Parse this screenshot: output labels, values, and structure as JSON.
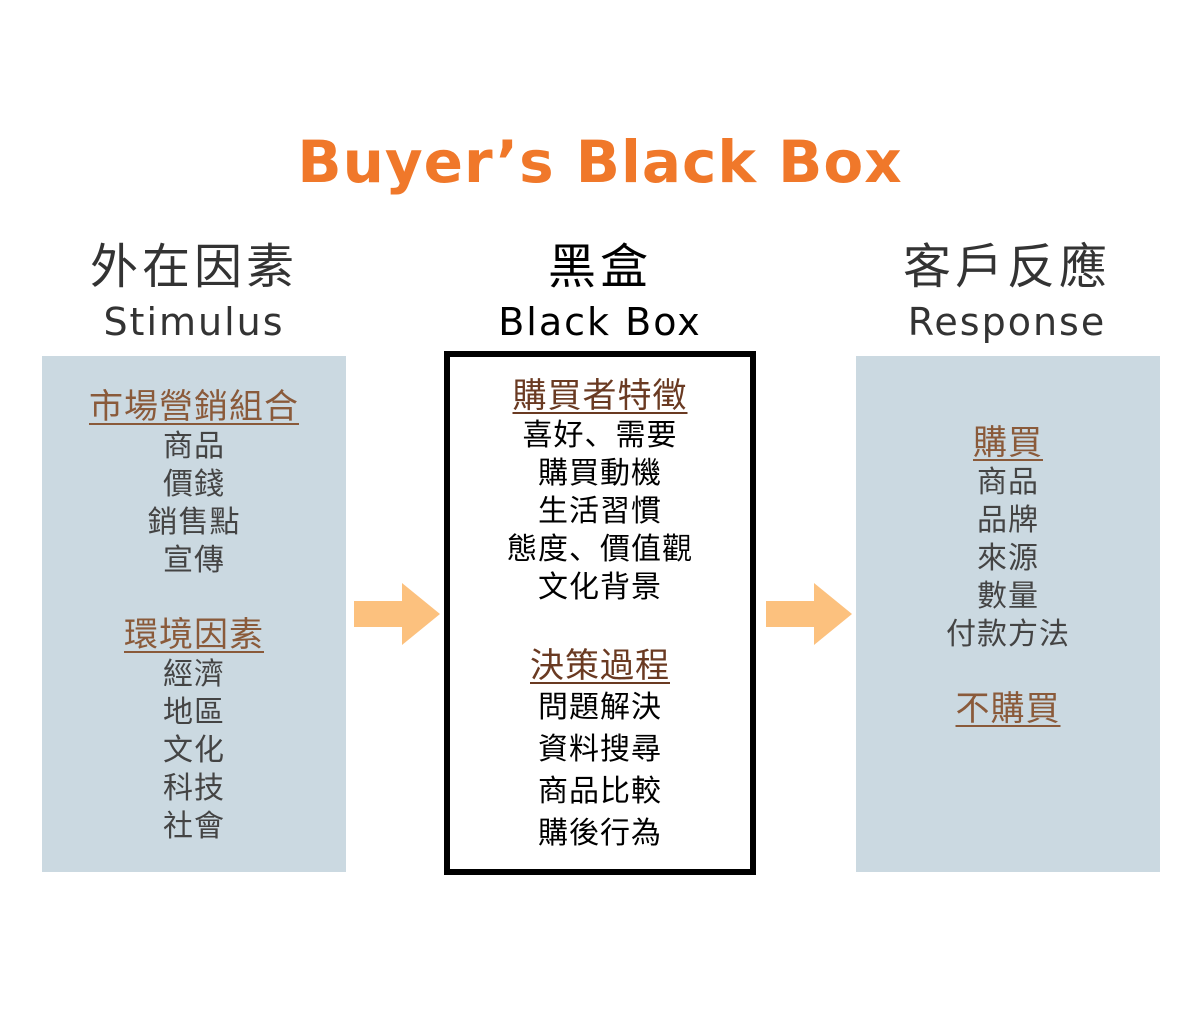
{
  "title": "Buyer’s Black Box",
  "colors": {
    "title": "#f0782a",
    "panel_bg": "#cbd9e1",
    "section_title": "#8a5a3a",
    "arrow": "#fcc17e",
    "box_border": "#000000"
  },
  "columns": {
    "stimulus": {
      "heading_zh": "外在因素",
      "heading_en": "Stimulus",
      "sections": [
        {
          "title": "市場營銷組合",
          "items": [
            "商品",
            "價錢",
            "銷售點",
            "宣傳"
          ]
        },
        {
          "title": "環境因素",
          "items": [
            "經濟",
            "地區",
            "文化",
            "科技",
            "社會"
          ]
        }
      ]
    },
    "black_box": {
      "heading_zh": "黑盒",
      "heading_en": "Black Box",
      "sections": [
        {
          "title": "購買者特徵",
          "items": [
            "喜好、需要",
            "購買動機",
            "生活習慣",
            "態度、價值觀",
            "文化背景"
          ]
        },
        {
          "title": "決策過程",
          "items": [
            "問題解決",
            "資料搜尋",
            "商品比較",
            "購後行為"
          ]
        }
      ]
    },
    "response": {
      "heading_zh": "客戶反應",
      "heading_en": "Response",
      "sections": [
        {
          "title": "購買",
          "items": [
            "商品",
            "品牌",
            "來源",
            "數量",
            "付款方法"
          ]
        },
        {
          "title": "不購買",
          "items": []
        }
      ]
    }
  },
  "icons": [
    "arrow-right-icon",
    "arrow-right-icon"
  ]
}
